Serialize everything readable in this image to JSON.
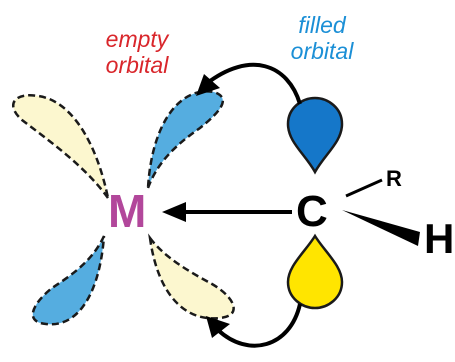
{
  "labels": {
    "empty_line1": "empty",
    "empty_line2": "orbital",
    "filled_line1": "filled",
    "filled_line2": "orbital"
  },
  "atoms": {
    "metal": "M",
    "carbon": "C",
    "r_group": "R",
    "hydrogen": "H"
  },
  "colors": {
    "empty_label": "#d9262b",
    "filled_label": "#1b8fd6",
    "metal": "#b2479b",
    "pale_yellow": "#fcf7cf",
    "light_blue": "#55ade0",
    "blue": "#1577c9",
    "yellow": "#ffe500"
  }
}
